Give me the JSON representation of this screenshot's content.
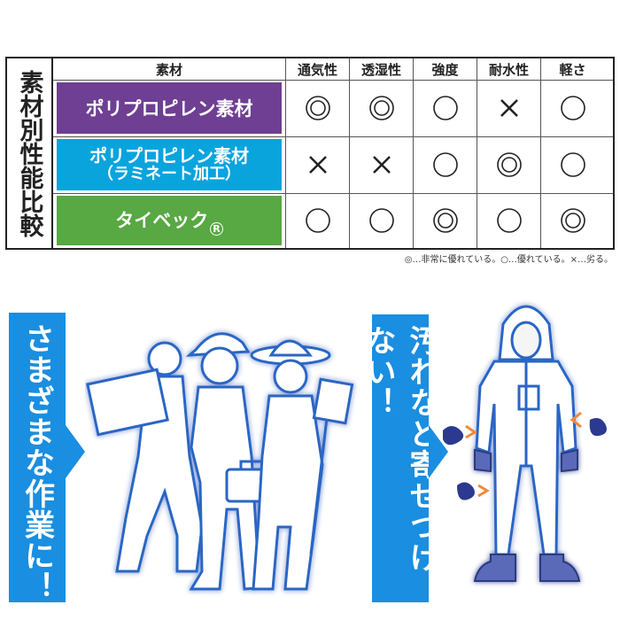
{
  "table": {
    "side_title": "素材別性能比較",
    "header": {
      "material": "素材",
      "columns": [
        "通気性",
        "透湿性",
        "強度",
        "耐水性",
        "軽さ"
      ]
    },
    "rows": [
      {
        "name": "ポリプロピレン素材",
        "sub": "",
        "reg": "",
        "color": "#6e3f92",
        "ratings": [
          "double-circle",
          "double-circle",
          "circle",
          "cross",
          "circle"
        ]
      },
      {
        "name": "ポリプロピレン素材",
        "sub": "（ラミネート加工）",
        "reg": "",
        "color": "#0aa4dd",
        "ratings": [
          "cross",
          "cross",
          "circle",
          "double-circle",
          "circle"
        ]
      },
      {
        "name": "タイベック",
        "sub": "",
        "reg": "R",
        "color": "#58a843",
        "ratings": [
          "circle",
          "circle",
          "double-circle",
          "circle",
          "double-circle"
        ]
      }
    ],
    "legend": "◎…非常に優れている。○…優れている。×…劣る。"
  },
  "banners": {
    "left": "さまざまな作業に！",
    "right": "汚れなど寄せつけない！",
    "color": "#1a8ee0"
  }
}
